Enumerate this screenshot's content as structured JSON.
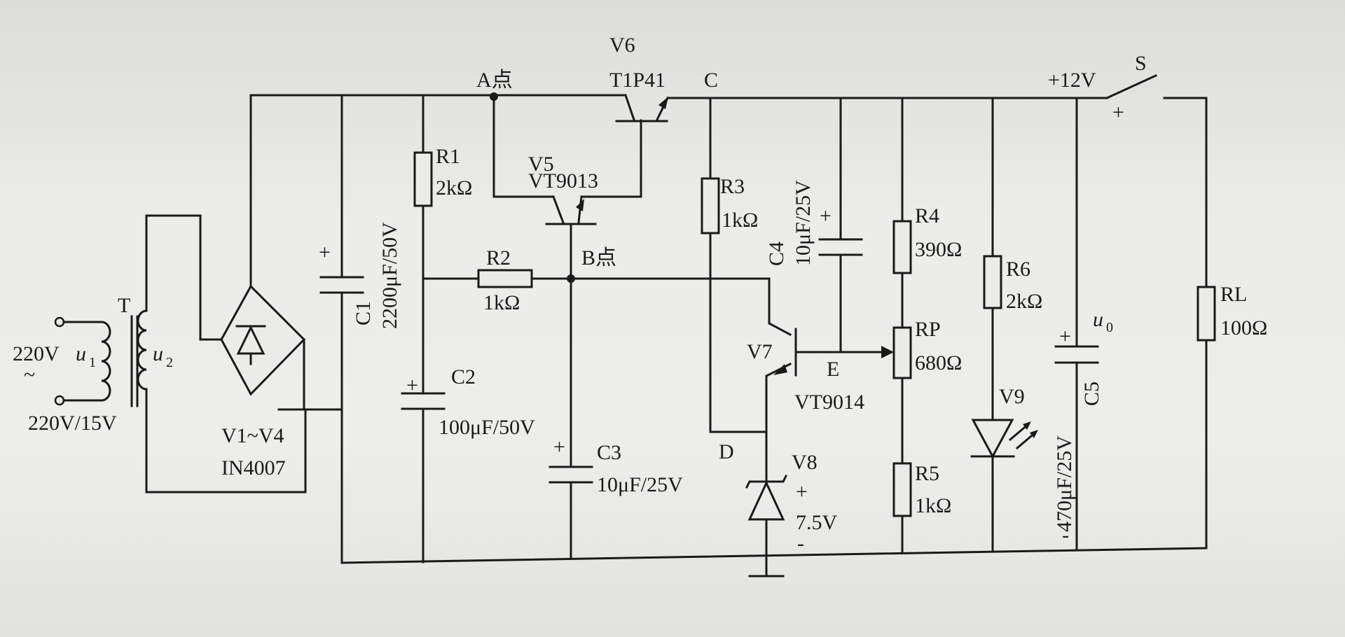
{
  "labels": {
    "transformer": "T",
    "u1_value": "220V",
    "u1_symbol": "u",
    "u1_sub": "1",
    "ac_symbol": "~",
    "u2_symbol": "u",
    "u2_sub": "2",
    "transformer_rating": "220V/15V",
    "bridge_name": "V1~V4",
    "bridge_part": "IN4007",
    "c1_name": "C1",
    "c1_value": "2200μF/50V",
    "plus": "+",
    "minus": "-",
    "node_a": "A点",
    "node_b": "B点",
    "node_c": "C",
    "node_d": "D",
    "node_e": "E",
    "r1_name": "R1",
    "r1_value": "2kΩ",
    "r2_name": "R2",
    "r2_value": "1kΩ",
    "c2_name": "C2",
    "c2_value": "100μF/50V",
    "v5_name": "V5",
    "v5_part": "VT9013",
    "v6_name": "V6",
    "v6_part": "T1P41",
    "c3_name": "C3",
    "c3_value": "10μF/25V",
    "r3_name": "R3",
    "r3_value": "1kΩ",
    "c4_name": "C4",
    "c4_value": "10μF/25V",
    "v7_name": "V7",
    "v7_part": "VT9014",
    "v8_name": "V8",
    "v8_value": "7.5V",
    "r4_name": "R4",
    "r4_value": "390Ω",
    "rp_name": "RP",
    "rp_value": "680Ω",
    "r5_name": "R5",
    "r5_value": "1kΩ",
    "r6_name": "R6",
    "r6_value": "2kΩ",
    "v9_name": "V9",
    "c5_name": "C5",
    "c5_value": "470μF/25V",
    "uo_symbol": "u",
    "uo_sub": "0",
    "supply_label": "+12V",
    "switch_name": "S",
    "rl_name": "RL",
    "rl_value": "100Ω"
  }
}
